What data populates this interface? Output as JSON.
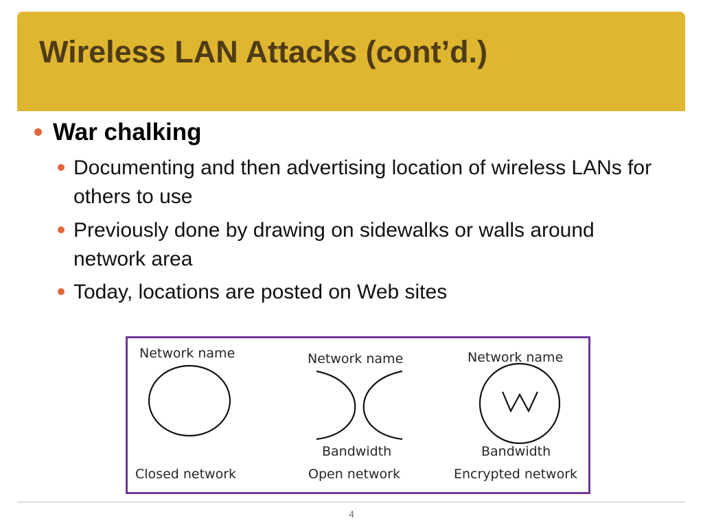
{
  "slide": {
    "title": "Wireless LAN Attacks (cont’d.)",
    "bullets": [
      {
        "level": 1,
        "text": "War chalking"
      },
      {
        "level": 2,
        "text": "Documenting and then advertising location of wireless LANs for others to use"
      },
      {
        "level": 2,
        "text": "Previously done by drawing on sidewalks or walls around network area"
      },
      {
        "level": 2,
        "text": "Today, locations are posted on Web sites"
      }
    ],
    "page_number": "4"
  },
  "figure": {
    "symbols": [
      {
        "top_label": "Network name",
        "bottom_label": "",
        "caption": "Closed network"
      },
      {
        "top_label": "Network name",
        "bottom_label": "Bandwidth",
        "caption": "Open network"
      },
      {
        "top_label": "Network name",
        "bottom_label": "Bandwidth",
        "caption": "Encrypted network"
      }
    ]
  },
  "colors": {
    "title_band": "#dfb630",
    "title_text": "#4f3c17",
    "bullet_marker": "#e0683b",
    "figure_border": "#6d3796"
  }
}
